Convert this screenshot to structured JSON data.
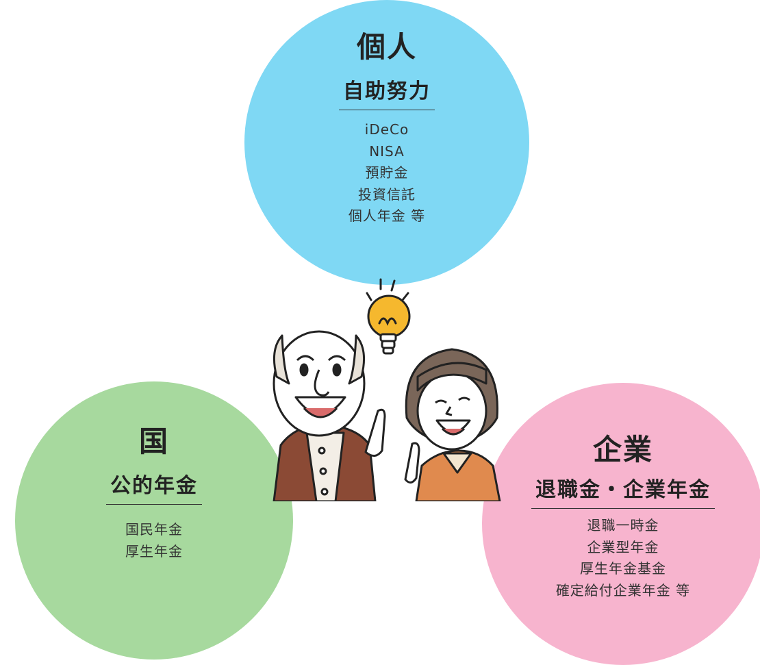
{
  "personal": {
    "title": "個人",
    "subtitle": "自助努力",
    "items": [
      "iDeCo",
      "NISA",
      "預貯金",
      "投資信託",
      "個人年金 等"
    ]
  },
  "national": {
    "title": "国",
    "subtitle": "公的年金",
    "items": [
      "国民年金",
      "厚生年金"
    ]
  },
  "company": {
    "title": "企業",
    "subtitle": "退職金・企業年金",
    "items": [
      "退職一時金",
      "企業型年金",
      "厚生年金基金",
      "確定給付企業年金 等"
    ]
  },
  "colors": {
    "personal": "#7fd8f4",
    "national": "#a7d99e",
    "company": "#f7b4ce",
    "lightbulb": "#f5b82e",
    "man_shirt": "#8b4a35",
    "woman_shirt": "#e08a4e"
  },
  "icons": {
    "illustration": "elderly-couple-with-lightbulb"
  }
}
